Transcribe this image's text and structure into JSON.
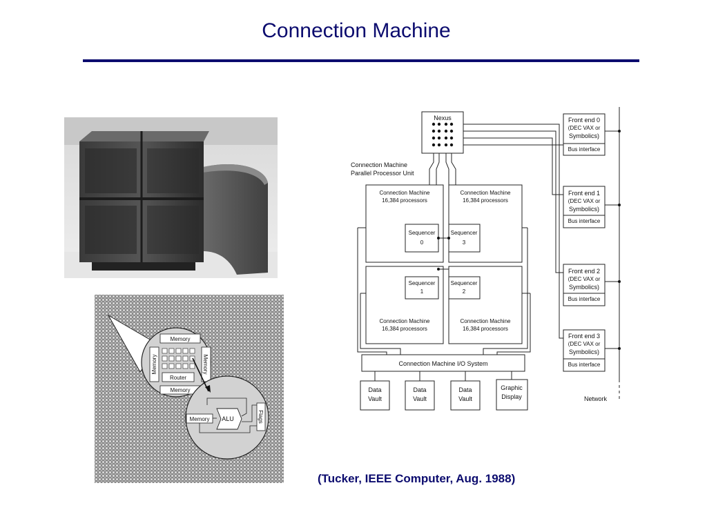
{
  "slide": {
    "title": "Connection Machine",
    "citation": "(Tucker, IEEE Computer, Aug. 1988)",
    "accent_color": "#0b0b6e"
  },
  "chip_diagram": {
    "memory_top": "Memory",
    "memory_left": "Memory",
    "memory_right": "Memory",
    "memory_bottom": "Memory",
    "router": "Router",
    "memory_alu": "Memory",
    "alu": "ALU",
    "flags": "Flags"
  },
  "architecture": {
    "nexus": "Nexus",
    "ppu_label_1": "Connection Machine",
    "ppu_label_2": "Parallel Processor Unit",
    "quadrants": [
      {
        "line1": "Connection Machine",
        "line2": "16,384 processors"
      },
      {
        "line1": "Connection Machine",
        "line2": "16,384 processors"
      },
      {
        "line1": "Connection Machine",
        "line2": "16,384 processors"
      },
      {
        "line1": "Connection Machine",
        "line2": "16,384 processors"
      }
    ],
    "sequencers": [
      {
        "name": "Sequencer",
        "num": "0"
      },
      {
        "name": "Sequencer",
        "num": "3"
      },
      {
        "name": "Sequencer",
        "num": "1"
      },
      {
        "name": "Sequencer",
        "num": "2"
      }
    ],
    "io_system": "Connection Machine I/O System",
    "peripherals": [
      {
        "line1": "Data",
        "line2": "Vault"
      },
      {
        "line1": "Data",
        "line2": "Vault"
      },
      {
        "line1": "Data",
        "line2": "Vault"
      },
      {
        "line1": "Graphic",
        "line2": "Display"
      }
    ],
    "front_ends": [
      {
        "title": "Front end  0",
        "line2": "(DEC VAX  or",
        "line3": "Symbolics)",
        "bus": "Bus interface"
      },
      {
        "title": "Front end  1",
        "line2": "(DEC VAX  or",
        "line3": "Symbolics)",
        "bus": "Bus interface"
      },
      {
        "title": "Front end  2",
        "line2": "(DEC VAX  or",
        "line3": "Symbolics)",
        "bus": "Bus interface"
      },
      {
        "title": "Front end  3",
        "line2": "(DEC VAX  or",
        "line3": "Symbolics)",
        "bus": "Bus interface"
      }
    ],
    "network": "Network"
  }
}
